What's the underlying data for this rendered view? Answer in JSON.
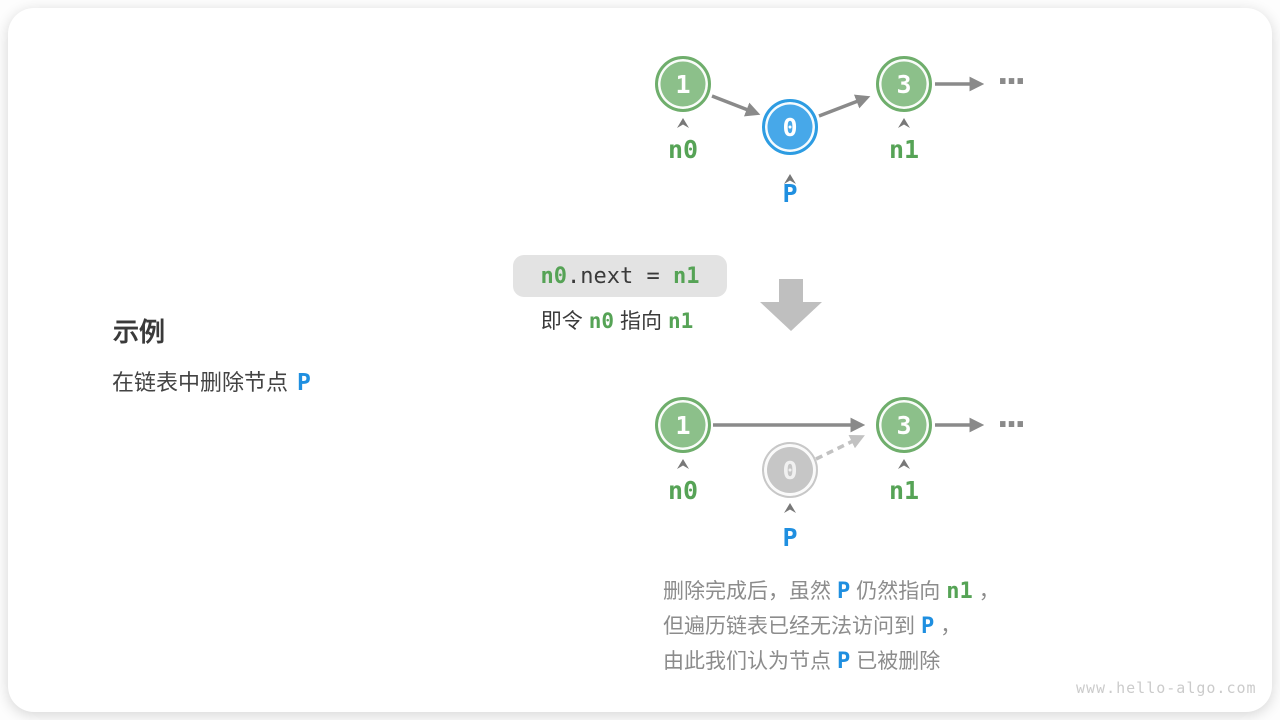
{
  "colors": {
    "green": "#56a356",
    "blue": "#1f8fe0",
    "node_green_fill": "#8cc08a",
    "node_green_border": "#6fae6c",
    "node_blue_fill": "#47a8e9",
    "node_blue_border": "#2d9ce2",
    "node_gray_fill": "#c6c6c6",
    "node_gray_border": "#c9c9c9",
    "arrow": "#8a8a8a",
    "arrow_light": "#c2c2c2",
    "caret": "#787878",
    "big_arrow": "#bfbfbf",
    "code_bg": "#e3e3e3",
    "text_dark": "#3a3a3a",
    "text_gray": "#8c8c8c",
    "watermark": "#cbcbcb"
  },
  "example": {
    "heading": "示例",
    "desc_text": "在链表中删除节点",
    "desc_pointer": "P"
  },
  "code": {
    "var1": "n0",
    "mid": ".next = ",
    "var2": "n1"
  },
  "caption": {
    "t1": "即令",
    "var1": "n0",
    "t2": "指向",
    "var2": "n1"
  },
  "diagram_before": {
    "nodes": [
      {
        "value": "1",
        "label": "n0"
      },
      {
        "value": "0",
        "label": "P"
      },
      {
        "value": "3",
        "label": "n1"
      }
    ],
    "ellipsis": "..."
  },
  "diagram_after": {
    "nodes": [
      {
        "value": "1",
        "label": "n0"
      },
      {
        "value": "0",
        "label": "P"
      },
      {
        "value": "3",
        "label": "n1"
      }
    ],
    "ellipsis": "..."
  },
  "note": {
    "lines": [
      {
        "t1": "删除完成后，虽然",
        "p": "P",
        "t2": "仍然指向",
        "n1": "n1",
        "t3": "，"
      },
      {
        "t1": "但遍历链表已经无法访问到",
        "p": "P",
        "t2": "，"
      },
      {
        "t1": "由此我们认为节点",
        "p": "P",
        "t2": "已被删除"
      }
    ]
  },
  "watermark": "www.hello-algo.com"
}
